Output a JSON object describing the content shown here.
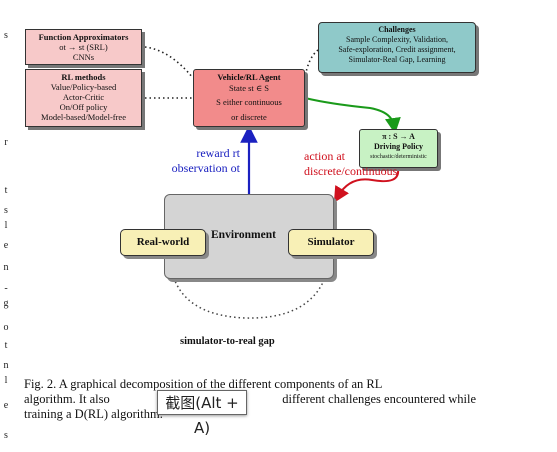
{
  "figure": {
    "function_approximators": {
      "title": "Function Approximators",
      "line1": "ot → st (SRL)",
      "line2": "CNNs"
    },
    "rl_methods": {
      "title": "RL methods",
      "items": [
        "Value/Policy-based",
        "Actor-Critic",
        "On/Off policy",
        "Model-based/Model-free"
      ]
    },
    "agent": {
      "title": "Vehicle/RL Agent",
      "line1": "State st ∈ S",
      "line2": "S either continuous",
      "line3": "or discrete"
    },
    "challenges": {
      "title": "Challenges",
      "items": [
        "Sample Complexity, Validation,",
        "Safe-exploration, Credit assignment,",
        "Simulator-Real Gap, Learning"
      ]
    },
    "driving_policy": {
      "formula": "π : S → A",
      "title": "Driving Policy",
      "subtitle": "stochastic/deterministic"
    },
    "reward": {
      "line1": "reward rt",
      "line2": "observation ot"
    },
    "action": {
      "line1": "action at",
      "line2": "discrete/continuous"
    },
    "environment": {
      "label": "Environment"
    },
    "real_world": {
      "label": "Real-world"
    },
    "simulator": {
      "label": "Simulator"
    },
    "gap_label": "simulator-to-real gap"
  },
  "caption": {
    "line1": "Fig. 2.   A graphical decomposition of the different components of an RL",
    "line2a": "algorithm. It also",
    "line2b": "different challenges encountered while",
    "line3": "training a D(RL) algorithm."
  },
  "overlay": {
    "label": "截图(Alt + A)"
  },
  "left_edge_glyphs": [
    "s",
    "",
    "",
    "r",
    "t",
    "s",
    "l",
    "e",
    "n",
    "-",
    "g",
    "o",
    "t",
    "n",
    "l",
    "e",
    "s"
  ],
  "colors": {
    "agent_fill": "#f28b8b",
    "side_box_fill": "#f7c9c9",
    "challenges_fill": "#8fc9c9",
    "policy_fill": "#c8f2c4",
    "env_fill": "#d4d4d4",
    "sub_box_fill": "#f8f0b6",
    "reward_color": "#1b21c0",
    "action_color": "#d0111e",
    "policy_arrow": "#1a9a1a"
  }
}
